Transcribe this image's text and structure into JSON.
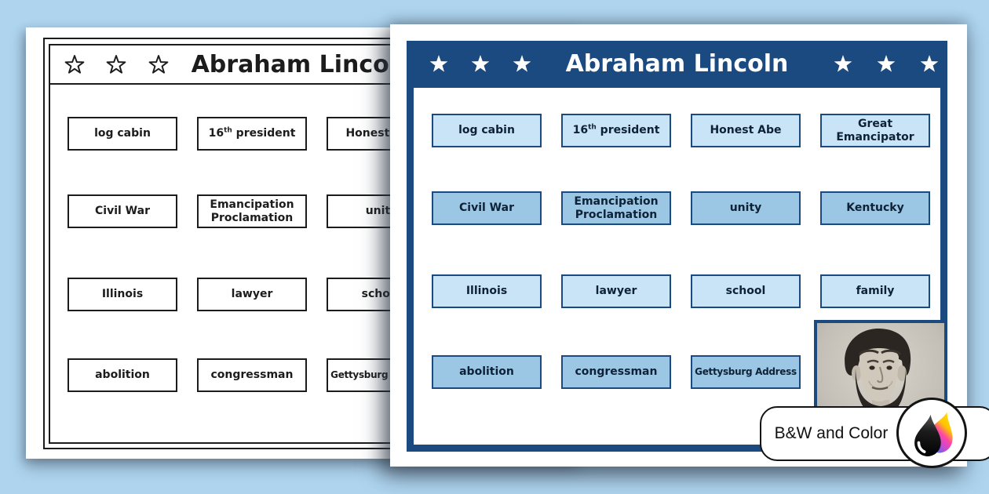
{
  "worksheet": {
    "title": "Abraham Lincoln",
    "cards": [
      {
        "label": "log cabin"
      },
      {
        "label": "16th president",
        "parts": {
          "num": "16",
          "sup": "th",
          "rest": " president"
        }
      },
      {
        "label": "Honest Abe"
      },
      {
        "label": "Great Emancipator"
      },
      {
        "label": "Civil War"
      },
      {
        "label": "Emancipation Proclamation"
      },
      {
        "label": "unity"
      },
      {
        "label": "Kentucky"
      },
      {
        "label": "Illinois"
      },
      {
        "label": "lawyer"
      },
      {
        "label": "school"
      },
      {
        "label": "family"
      },
      {
        "label": "abolition"
      },
      {
        "label": "congressman"
      },
      {
        "label": "Gettysburg Address"
      }
    ],
    "colors": {
      "navy": "#1A4A80",
      "card_light": "#C9E4F7",
      "card_dark": "#9CC7E4",
      "page_background": "#AED4EE"
    }
  },
  "badge": {
    "label": "B&W and Color"
  }
}
